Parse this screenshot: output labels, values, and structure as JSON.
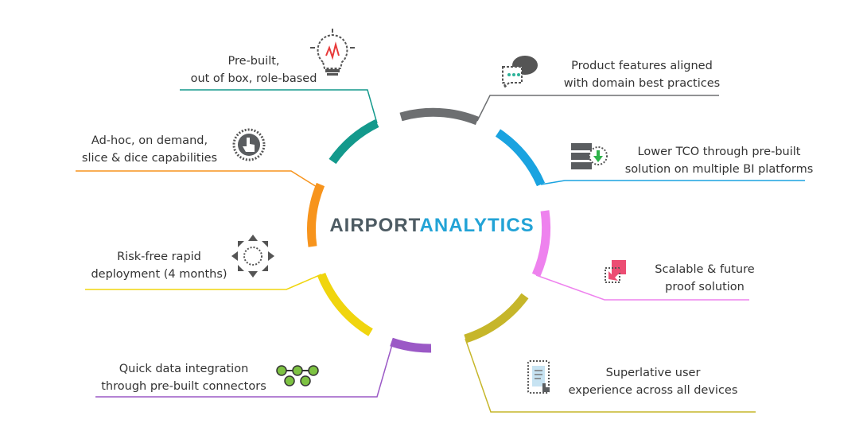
{
  "logo": {
    "part1": "AIRPORT",
    "part2": "ANALYTICS"
  },
  "features": [
    {
      "id": "prebuilt",
      "lines": [
        "Pre-built,",
        "out of box, role-based"
      ],
      "color": "#13998c",
      "icon": "lightbulb-icon"
    },
    {
      "id": "adhoc",
      "lines": [
        "Ad-hoc, on demand,",
        "slice & dice capabilities"
      ],
      "color": "#f7941d",
      "icon": "pointer-hand-icon"
    },
    {
      "id": "riskfree",
      "lines": [
        "Risk-free rapid",
        "deployment (4 months)"
      ],
      "color": "#f0d50e",
      "icon": "expand-arrows-icon"
    },
    {
      "id": "dataintegration",
      "lines": [
        "Quick data integration",
        "through pre-built connectors"
      ],
      "color": "#9b59c6",
      "icon": "connectors-icon"
    },
    {
      "id": "productfeatures",
      "lines": [
        "Product features aligned",
        "with domain best practices"
      ],
      "color": "#6d6f71",
      "icon": "chat-bubbles-icon"
    },
    {
      "id": "lowertco",
      "lines": [
        "Lower TCO through pre-built",
        "solution on multiple BI platforms"
      ],
      "color": "#1aa3e0",
      "icon": "server-download-icon"
    },
    {
      "id": "scalable",
      "lines": [
        "Scalable & future",
        "proof solution"
      ],
      "color": "#ee82ee",
      "icon": "scale-arrow-icon"
    },
    {
      "id": "ux",
      "lines": [
        "Superlative user",
        "experience across all devices"
      ],
      "color": "#c6b62a",
      "icon": "mobile-touch-icon"
    }
  ]
}
